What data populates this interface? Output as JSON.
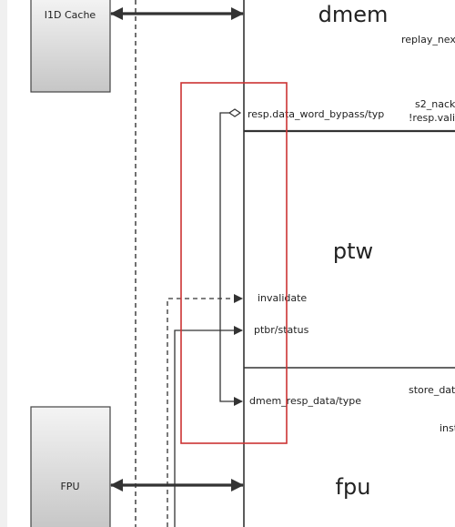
{
  "blocks": {
    "i1d_cache": "I1D Cache",
    "fpu": "FPU"
  },
  "regions": {
    "dmem": "dmem",
    "ptw": "ptw",
    "fpu": "fpu"
  },
  "signals": {
    "resp_data_word_bypass": "resp.data_word_bypass/typ",
    "invalidate": "invalidate",
    "ptbr_status": "ptbr/status",
    "dmem_resp_data": "dmem_resp_data/type",
    "replay_next": "replay_next",
    "s2_nack": "s2_nack",
    "resp_valid": "!resp.valid",
    "store_data": "store_data",
    "inst": "inst"
  },
  "colors": {
    "box_fill_top": "#f2f2f2",
    "box_fill_bottom": "#c8c8c8",
    "line": "#333333",
    "highlight": "#cc3333"
  }
}
